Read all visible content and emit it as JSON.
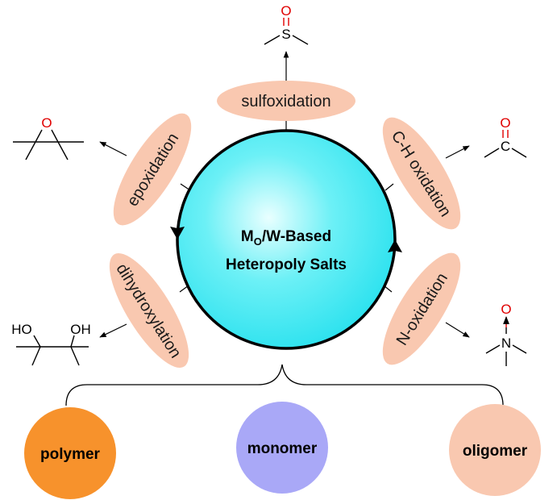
{
  "center": {
    "line1_prefix": "M",
    "line1_sub": "O",
    "line1_rest": "/W-Based",
    "line2": "Heteropoly Salts",
    "fill_color": "#29e1ee"
  },
  "reactions": {
    "sulfoxidation": "sulfoxidation",
    "c_h_oxidation": "C-H oxidation",
    "n_oxidation": "N-oxidation",
    "dihydroxylation": "dihydroxylation",
    "epoxidation": "epoxidation"
  },
  "reaction_color": "#f9c8b0",
  "atoms": {
    "sulfur": "S",
    "oxygen": "O",
    "carbon": "C",
    "nitrogen": "N",
    "hydroxyl_left": "HO",
    "hydroxyl_right": "OH"
  },
  "forms": {
    "polymer": {
      "label": "polymer",
      "color": "#f7922c"
    },
    "monomer": {
      "label": "monomer",
      "color": "#a9a8f7"
    },
    "oligomer": {
      "label": "oligomer",
      "color": "#f9c8b0"
    }
  }
}
